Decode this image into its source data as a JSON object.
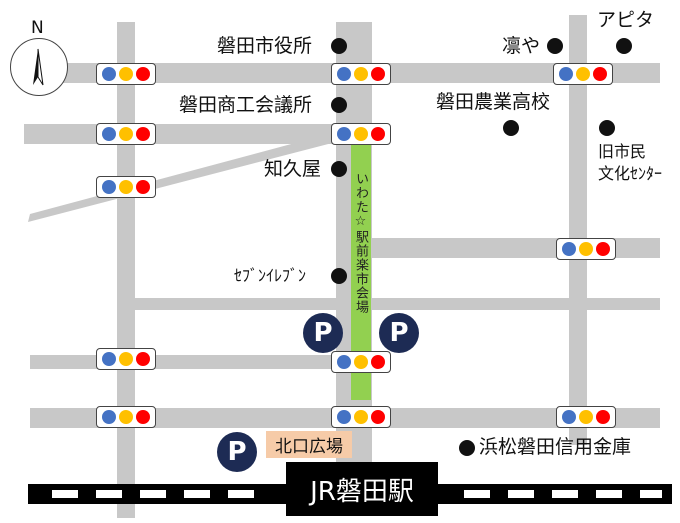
{
  "map": {
    "compass_label": "N",
    "landmarks": [
      {
        "id": "city-hall",
        "name": "磐田市役所"
      },
      {
        "id": "chamber",
        "name": "磐田商工会議所"
      },
      {
        "id": "kikuya",
        "name": "知久屋"
      },
      {
        "id": "seven",
        "name": "ｾﾌﾞﾝｲﾚﾌﾞﾝ"
      },
      {
        "id": "rinya",
        "name": "凛や"
      },
      {
        "id": "apita",
        "name": "アピタ"
      },
      {
        "id": "agri-hs",
        "name": "磐田農業高校"
      },
      {
        "id": "culture-center-1",
        "name": "旧市民"
      },
      {
        "id": "culture-center-2",
        "name": "文化ｾﾝﾀｰ"
      },
      {
        "id": "bank",
        "name": "浜松磐田信用金庫"
      }
    ],
    "market_label": "いわた☆駅前楽市会場",
    "plaza_label": "北口広場",
    "station_label": "JR磐田駅",
    "parking_label": "P",
    "colors": {
      "road": "#c8c8c8",
      "market_road": "#92d050",
      "signal_blue": "#4472c4",
      "signal_yellow": "#ffc000",
      "signal_red": "#ff0000",
      "parking": "#1d2b54",
      "plaza": "#f6cba8"
    }
  }
}
